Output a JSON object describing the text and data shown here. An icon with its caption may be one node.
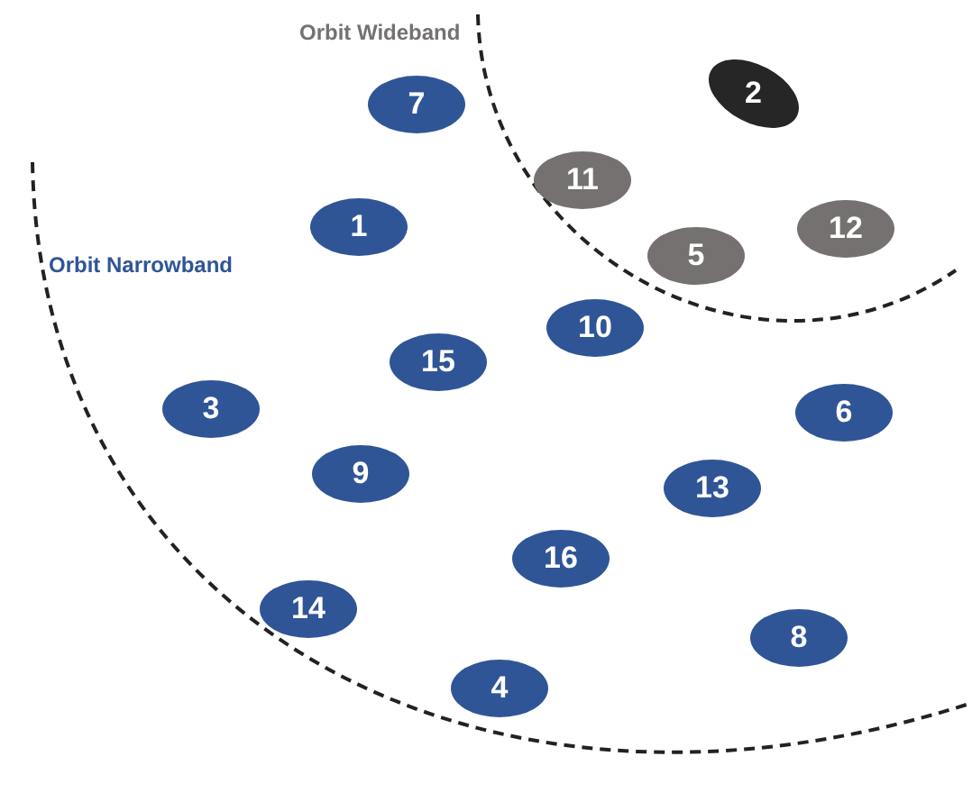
{
  "diagram": {
    "nodes": [
      {
        "text": [
          "7"
        ]
      },
      {
        "text": [
          "2"
        ]
      },
      {
        "text": [
          "11"
        ]
      },
      {
        "text": [
          "1"
        ]
      },
      {
        "text": [
          "12"
        ]
      },
      {
        "text": [
          "5"
        ]
      },
      {
        "text": [
          "10"
        ]
      },
      {
        "text": [
          "15"
        ]
      },
      {
        "text": [
          "3"
        ]
      },
      {
        "text": [
          "6"
        ]
      },
      {
        "text": [
          "9"
        ]
      },
      {
        "text": [
          "13"
        ]
      },
      {
        "text": [
          "16"
        ]
      },
      {
        "text": [
          "14"
        ]
      },
      {
        "text": [
          "8"
        ]
      },
      {
        "text": [
          "4"
        ]
      }
    ],
    "labels": [
      "Orbit Wideband",
      "Orbit Narrowband"
    ]
  }
}
